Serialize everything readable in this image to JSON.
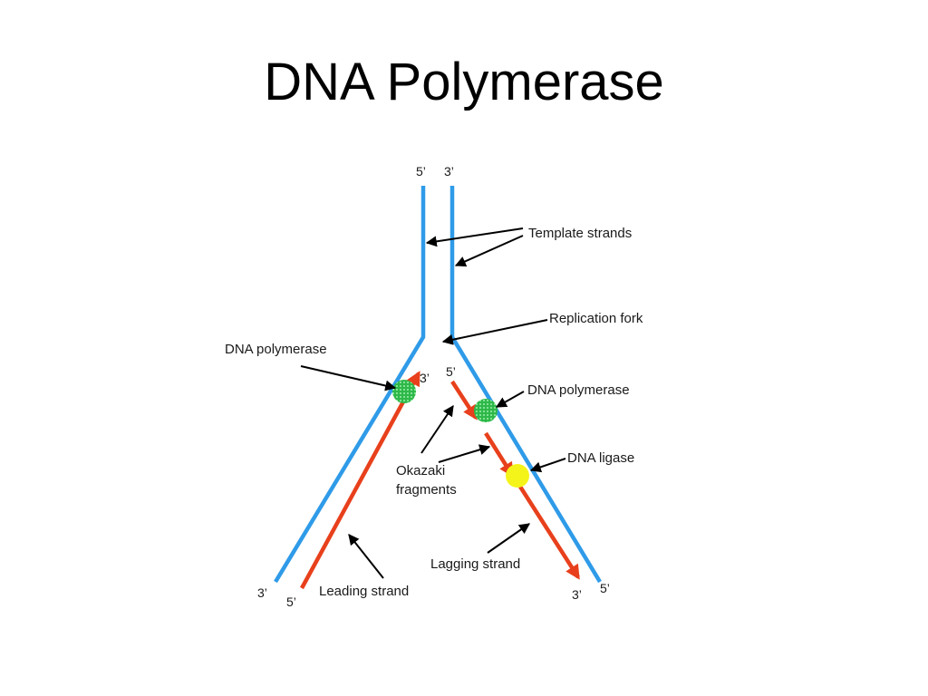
{
  "title": "DNA Polymerase",
  "colors": {
    "template_strand": "#2f9be8",
    "new_strand": "#e8401c",
    "polymerase": "#2fb84a",
    "ligase": "#f4f41a",
    "arrow": "#000000"
  },
  "ends": {
    "top_left": "5’",
    "top_right": "3’",
    "leading_top": "3’",
    "lagging_top": "5’",
    "bottom_left_template": "3’",
    "bottom_left_leading": "5’",
    "bottom_right_lagging": "3’",
    "bottom_right_template": "5’"
  },
  "labels": {
    "template_strands": "Template strands",
    "replication_fork": "Replication fork",
    "dna_polymerase_left": "DNA polymerase",
    "dna_polymerase_right": "DNA polymerase",
    "dna_ligase": "DNA ligase",
    "okazaki_line1": "Okazaki",
    "okazaki_line2": "fragments",
    "lagging_strand": "Lagging strand",
    "leading_strand": "Leading strand"
  }
}
